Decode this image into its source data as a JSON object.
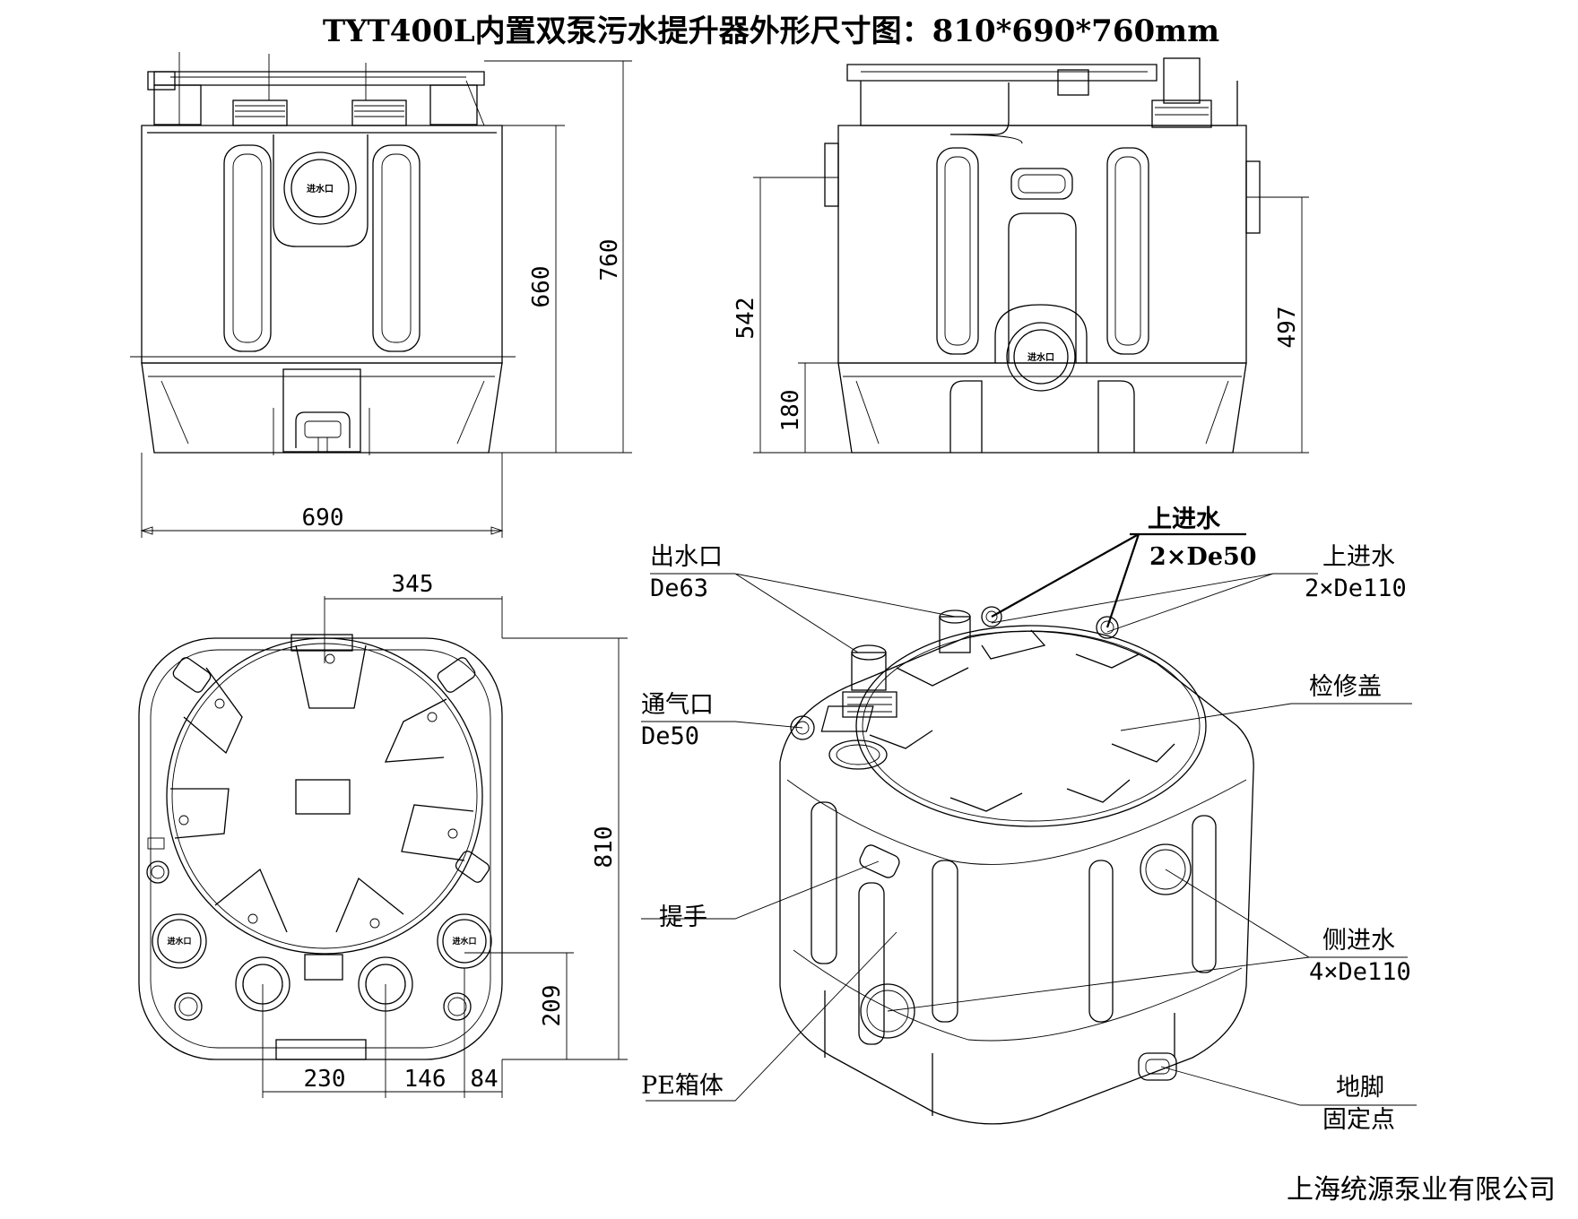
{
  "title": "TYT400L内置双泵污水提升器外形尺寸图：810*690*760mm",
  "company": "上海统源泵业有限公司",
  "front_view": {
    "dim_width": "690",
    "dim_height_total": "760",
    "dim_height_body": "660",
    "inlet_label": "进水口"
  },
  "side_view": {
    "dim_542": "542",
    "dim_180": "180",
    "dim_497": "497",
    "inlet_label": "进水口"
  },
  "top_view": {
    "dim_345": "345",
    "dim_810": "810",
    "dim_209": "209",
    "dim_230": "230",
    "dim_146": "146",
    "dim_84": "84",
    "inlet_label_left": "进水口",
    "inlet_label_right": "进水口"
  },
  "iso_view": {
    "upper_inlet_small": {
      "name": "上进水",
      "spec": "2×De50"
    },
    "outlet": {
      "name": "出水口",
      "spec": "De63"
    },
    "upper_inlet_large": {
      "name": "上进水",
      "spec": "2×De110"
    },
    "vent": {
      "name": "通气口",
      "spec": "De50"
    },
    "cover": {
      "name": "检修盖"
    },
    "handle": {
      "name": "提手"
    },
    "side_inlet": {
      "name": "侧进水",
      "spec": "4×De110"
    },
    "tank": {
      "name": "PE箱体"
    },
    "foot": {
      "name": "地脚",
      "name2": "固定点"
    }
  }
}
